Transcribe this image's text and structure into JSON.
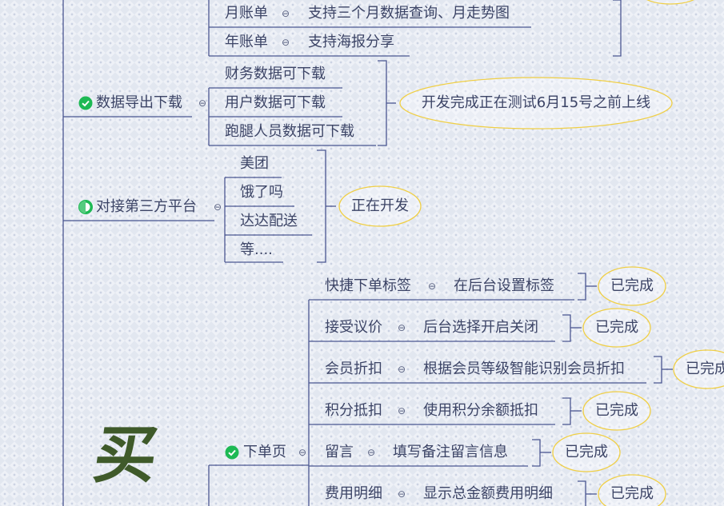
{
  "colors": {
    "line": "#4a5691",
    "bracket": "#4a5691",
    "oval": "#f0cf45",
    "done": "#1db954",
    "text": "#3c4466"
  },
  "nodes": {
    "monthly": "月账单",
    "monthly_desc": "支持三个月数据查询、月走势图",
    "yearly": "年账单",
    "yearly_desc": "支持海报分享",
    "export": "数据导出下载",
    "export_items": [
      "财务数据可下载",
      "用户数据可下载",
      "跑腿人员数据可下载"
    ],
    "export_status": "开发完成正在测试6月15号之前上线",
    "third": "对接第三方平台",
    "third_items": [
      "美团",
      "饿了吗",
      "达达配送",
      "等...."
    ],
    "third_status": "正在开发",
    "order_page": "下单页",
    "order_items": [
      {
        "label": "快捷下单标签",
        "desc": "在后台设置标签",
        "status": "已完成"
      },
      {
        "label": "接受议价",
        "desc": "后台选择开启关闭",
        "status": "已完成"
      },
      {
        "label": "会员折扣",
        "desc": "根据会员等级智能识别会员折扣",
        "status": "已完成"
      },
      {
        "label": "积分抵扣",
        "desc": "使用积分余额抵扣",
        "status": "已完成"
      },
      {
        "label": "留言",
        "desc": "填写备注留言信息",
        "status": "已完成"
      },
      {
        "label": "费用明细",
        "desc": "显示总金额费用明细",
        "status": "已完成"
      }
    ],
    "big_char": "买",
    "fold_symbol": "⊖"
  },
  "icons": {
    "done": "check-circle-icon",
    "half": "half-circle-icon",
    "fold": "collapse-icon"
  }
}
